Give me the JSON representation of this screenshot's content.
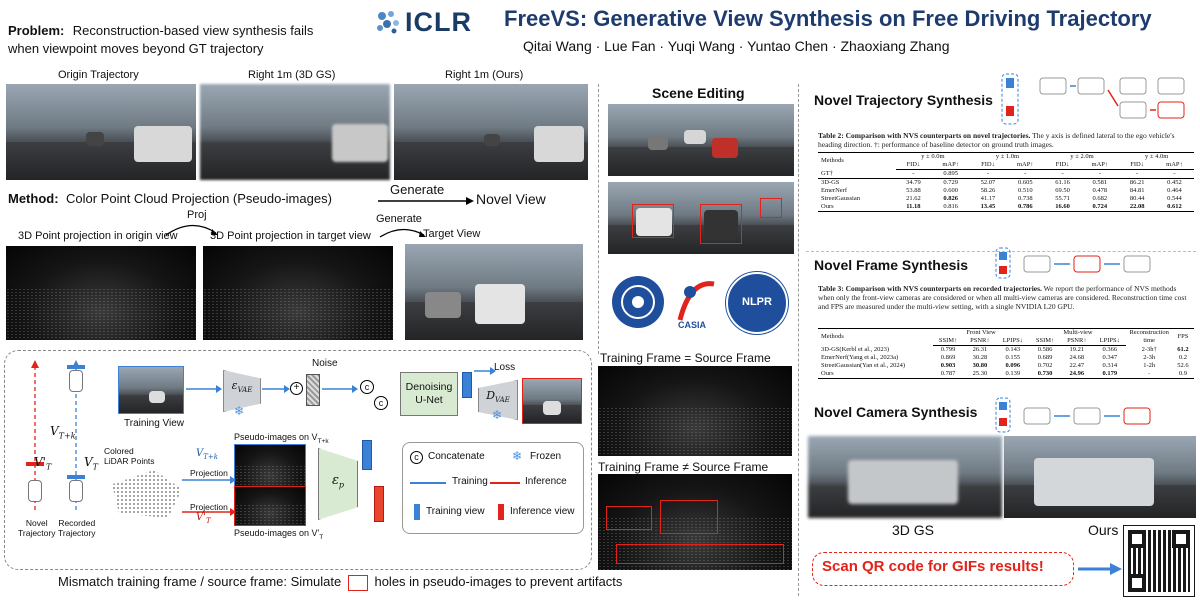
{
  "header": {
    "logo_text": "ICLR",
    "title": "FreeVS: Generative View Synthesis on Free Driving Trajectory",
    "authors": "Qitai Wang · Lue Fan · Yuqi Wang · Yuntao Chen · Zhaoxiang Zhang"
  },
  "problem": {
    "label": "Problem:",
    "text1": "Reconstruction-based view synthesis fails",
    "text2": "when viewpoint moves beyond GT trajectory",
    "img_labels": [
      "Origin Trajectory",
      "Right 1m (3D GS)",
      "Right 1m (Ours)"
    ]
  },
  "method": {
    "label": "Method:",
    "text": "Color Point Cloud Projection (Pseudo-images)",
    "generate": "Generate",
    "novel_view": "Novel View",
    "proj": "Proj",
    "generate2": "Generate",
    "sub_labels": [
      "3D Point projection in origin view",
      "3D Point projection in target view",
      "Target View"
    ]
  },
  "diagram": {
    "v_tk": "V",
    "v_tk_sub": "T+k",
    "v_t": "V",
    "v_t_sub": "T",
    "vp_t": "V'",
    "vp_t_sub": "T",
    "novel_traj": "Novel\nTrajectory",
    "recorded_traj": "Recorded\nTrajectory",
    "training_view": "Training View",
    "noise": "Noise",
    "loss": "Loss",
    "evae": "ε",
    "evae_sub": "VAE",
    "dvae": "D",
    "dvae_sub": "VAE",
    "unet": "Denoising\nU-Net",
    "ep": "ε",
    "ep_sub": "p",
    "pseudo_top": "Pseudo-images on V",
    "pseudo_top_sub": "T+k",
    "pseudo_bot": "Pseudo-images on V'",
    "pseudo_bot_sub": "T",
    "colored_lidar": "Colored\nLiDAR Points",
    "projection1": "Projection",
    "projection2": "Projection",
    "legend": {
      "concat": "Concatenate",
      "frozen": "Frozen",
      "training": "Training",
      "inference": "Inference",
      "training_view": "Training view",
      "inference_view": "Inference view"
    }
  },
  "mismatch": {
    "label1": "Training Frame = Source Frame",
    "label2": "Training Frame ≠ Source Frame",
    "bottom_text_a": "Mismatch training frame / source frame:  Simulate",
    "bottom_text_b": "holes in pseudo-images to prevent artifacts"
  },
  "scene_editing": {
    "title": "Scene Editing"
  },
  "logos": [
    "CAS",
    "CASIA",
    "NLPR"
  ],
  "nts": {
    "title": "Novel Trajectory Synthesis",
    "caption_bold": "Table 2:  Comparison with NVS counterparts on novel trajectories.",
    "caption_rest": " The y axis is defined lateral to the ego vehicle's heading direction. †: performance of baseline detector on ground truth images.",
    "header_groups": [
      "y ± 0.0m",
      "y ± 1.0m",
      "y ± 2.0m",
      "y ± 4.0m"
    ],
    "sub_headers": [
      "FID↓",
      "mAP↑"
    ],
    "methods_label": "Methods",
    "rows": [
      [
        "GT†",
        "-",
        "0.895",
        "-",
        "-",
        "-",
        "-",
        "-",
        "-"
      ],
      [
        "3D-GS",
        "34.79",
        "0.729",
        "52.07",
        "0.605",
        "61.16",
        "0.581",
        "86.21",
        "0.452"
      ],
      [
        "EmerNerf",
        "53.88",
        "0.600",
        "58.26",
        "0.510",
        "69.50",
        "0.478",
        "84.81",
        "0.464"
      ],
      [
        "StreetGaussian",
        "21.62",
        "0.826",
        "41.17",
        "0.738",
        "55.71",
        "0.682",
        "80.44",
        "0.544"
      ],
      [
        "Ours",
        "11.18",
        "0.816",
        "13.45",
        "0.786",
        "16.60",
        "0.724",
        "22.08",
        "0.612"
      ]
    ]
  },
  "nfs": {
    "title": "Novel Frame Synthesis",
    "caption_bold": "Table 3:   Comparison with NVS counterparts on recorded trajectories.",
    "caption_rest": " We report the performance of NVS methods when only the front-view cameras are considered or when all multi-view cameras are considered. Reconstruction time cost and FPS are measured under the multi-view setting, with a single NVIDIA L20 GPU.",
    "groups": [
      "Front View",
      "Multi-view"
    ],
    "cols": [
      "SSIM↑",
      "PSNR↑",
      "LPIPS↓",
      "SSIM↑",
      "PSNR↑",
      "LPIPS↓",
      "Reconstruction time",
      "FPS"
    ],
    "methods_label": "Methods",
    "rows": [
      [
        "3D-GS(Kerbl et al., 2023)",
        "0.799",
        "26.31",
        "0.143",
        "0.586",
        "19.21",
        "0.366",
        "2-3h†",
        "61.2"
      ],
      [
        "EmerNerf(Yang et al., 2023a)",
        "0.869",
        "30.28",
        "0.155",
        "0.689",
        "24.68",
        "0.347",
        "2-3h",
        "0.2"
      ],
      [
        "StreetGaussian(Yan et al., 2024)",
        "0.903",
        "30.80",
        "0.096",
        "0.702",
        "22.47",
        "0.314",
        "1-2h",
        "52.6"
      ],
      [
        "Ours",
        "0.787",
        "25.30",
        "0.139",
        "0.730",
        "24.96",
        "0.179",
        "-",
        "0.9"
      ]
    ]
  },
  "ncs": {
    "title": "Novel Camera Synthesis",
    "label_left": "3D GS",
    "label_right": "Ours"
  },
  "qr": {
    "text": "Scan QR code for GIFs results!"
  }
}
